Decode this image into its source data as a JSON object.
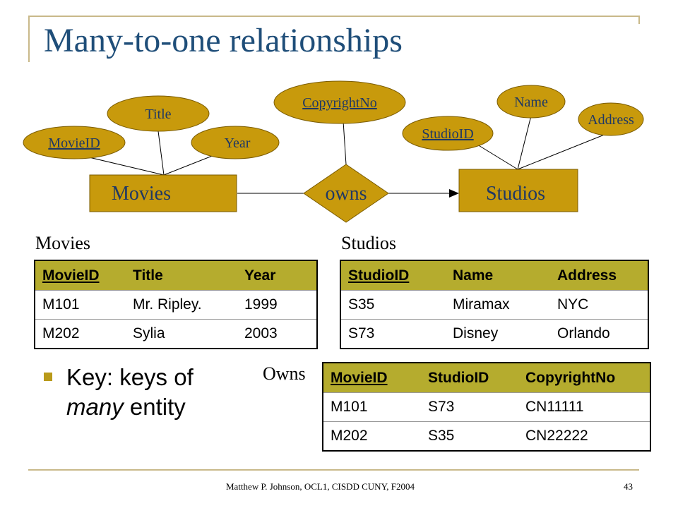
{
  "slide": {
    "title": "Many-to-one relationships",
    "footer_credit": "Matthew P. Johnson, OCL1, CISDD CUNY, F2004",
    "page_number": "43"
  },
  "diagram": {
    "entity_movies": "Movies",
    "entity_studios": "Studios",
    "relationship": "owns",
    "attr_movieid": "MovieID",
    "attr_title": "Title",
    "attr_year": "Year",
    "attr_copyrightno": "CopyrightNo",
    "attr_studioid": "StudioID",
    "attr_name": "Name",
    "attr_address": "Address"
  },
  "tables": {
    "movies": {
      "caption": "Movies",
      "headers": [
        "MovieID",
        "Title",
        "Year"
      ],
      "rows": [
        [
          "M101",
          "Mr. Ripley.",
          "1999"
        ],
        [
          "M202",
          "Sylia",
          "2003"
        ]
      ]
    },
    "studios": {
      "caption": "Studios",
      "headers": [
        "StudioID",
        "Name",
        "Address"
      ],
      "rows": [
        [
          "S35",
          "Miramax",
          "NYC"
        ],
        [
          "S73",
          "Disney",
          "Orlando"
        ]
      ]
    },
    "owns": {
      "caption": "Owns",
      "headers": [
        "MovieID",
        "StudioID",
        "CopyrightNo"
      ],
      "rows": [
        [
          "M101",
          "S73",
          "CN11111"
        ],
        [
          "M202",
          "S35",
          "CN22222"
        ]
      ]
    }
  },
  "bullet": {
    "prefix": "Key: keys of ",
    "emphasis": "many",
    "suffix": " entity"
  },
  "colors": {
    "shape_fill": "#c89a0c",
    "header_fill": "#b5ac2e",
    "title_color": "#1f4e79",
    "frame_line": "#c9b98a"
  }
}
